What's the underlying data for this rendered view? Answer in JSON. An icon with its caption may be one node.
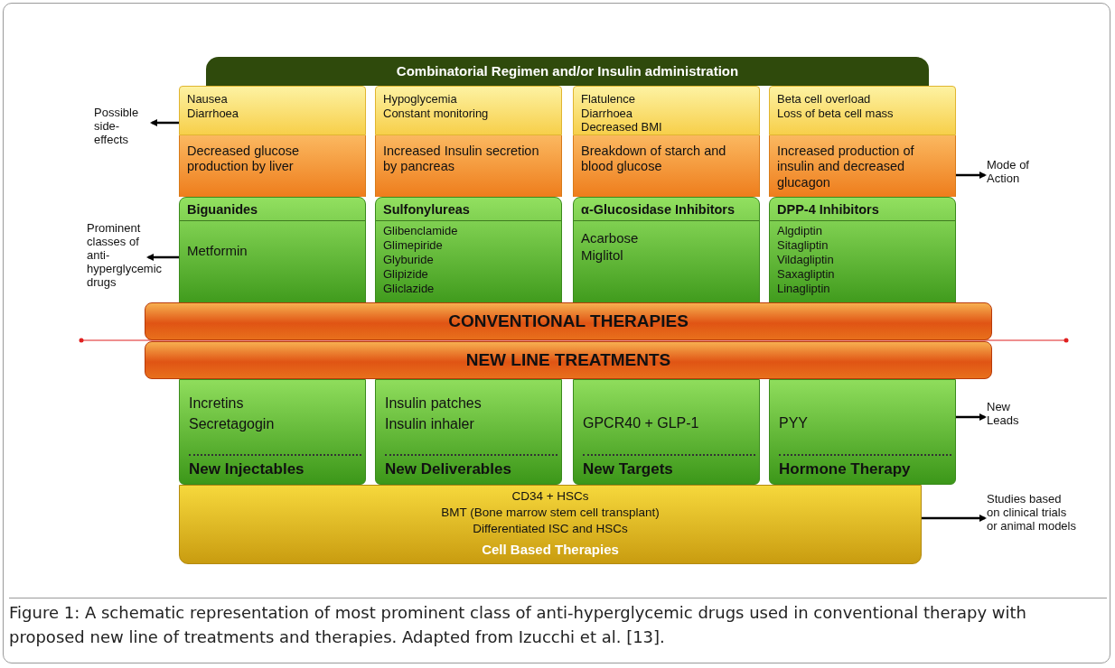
{
  "diagram": {
    "caption": "Figure 1: A schematic representation of most prominent class of anti-hyperglycemic drugs used in conventional therapy with proposed new line of treatments and therapies. Adapted from Izucchi et al. [13].",
    "nodes": [
      {
        "text": [
          "Combinatorial Regimen and/or Insulin administration"
        ]
      },
      {
        "text": [
          "Possible side-effects"
        ]
      },
      {
        "text": [
          "Nausea",
          "Diarrhoea"
        ]
      },
      {
        "text": [
          "Hypoglycemia",
          "Constant monitoring"
        ]
      },
      {
        "text": [
          "Flatulence",
          "Diarrhoea",
          "Decreased BMI"
        ]
      },
      {
        "text": [
          "Beta cell overload",
          "Loss of beta cell mass"
        ]
      },
      {
        "text": [
          "Decreased glucose production by liver"
        ]
      },
      {
        "text": [
          "Increased Insulin secretion by pancreas"
        ]
      },
      {
        "text": [
          "Breakdown of starch and blood glucose"
        ]
      },
      {
        "text": [
          "Increased production of insulin and decreased glucagon"
        ]
      },
      {
        "text": [
          "Mode of Action"
        ]
      },
      {
        "text": [
          "Prominent classes of anti-hyperglycemic drugs"
        ]
      },
      {
        "text": [
          "Biguanides",
          "Metformin"
        ]
      },
      {
        "text": [
          "Sulfonylureas",
          "Glibenclamide",
          "Glimepiride",
          "Glyburide",
          "Glipizide",
          "Gliclazide"
        ]
      },
      {
        "text": [
          "α-Glucosidase Inhibitors",
          "Acarbose",
          "Miglitol"
        ]
      },
      {
        "text": [
          "DPP-4 Inhibitors",
          "Algdiptin",
          "Sitagliptin",
          "Vildagliptin",
          "Saxagliptin",
          "Linagliptin"
        ]
      },
      {
        "text": [
          "CONVENTIONAL THERAPIES"
        ]
      },
      {
        "text": [
          "NEW LINE TREATMENTS"
        ]
      },
      {
        "text": [
          "Incretins",
          "Secretagogin",
          "New Injectables"
        ]
      },
      {
        "text": [
          "Insulin patches",
          "Insulin inhaler",
          "New Deliverables"
        ]
      },
      {
        "text": [
          "GPCR40 + GLP-1",
          "New Targets"
        ]
      },
      {
        "text": [
          "PYY",
          "Hormone Therapy"
        ]
      },
      {
        "text": [
          "New Leads"
        ]
      },
      {
        "text": [
          "CD34 + HSCs",
          "BMT (Bone marrow stem cell transplant)",
          "Differentiated ISC and HSCs",
          "Cell Based Therapies"
        ]
      },
      {
        "text": [
          "Studies based on clinical trials or animal models"
        ]
      }
    ],
    "edges": [
      {
        "from": 2,
        "to": 1,
        "arrow": "to"
      },
      {
        "from": 9,
        "to": 10,
        "arrow": "to"
      },
      {
        "from": 12,
        "to": 11,
        "arrow": "to"
      },
      {
        "from": 21,
        "to": 22,
        "arrow": "to"
      },
      {
        "from": 23,
        "to": 24,
        "arrow": "to"
      }
    ]
  }
}
